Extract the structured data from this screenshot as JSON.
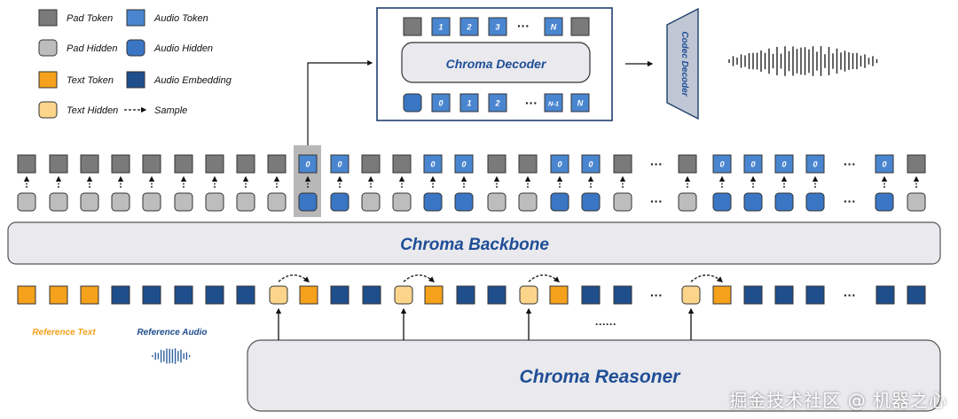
{
  "legend": {
    "pad_token": "Pad Token",
    "pad_hidden": "Pad Hidden",
    "text_token": "Text Token",
    "text_hidden": "Text Hidden",
    "audio_token": "Audio Token",
    "audio_hidden": "Audio Hidden",
    "audio_embedding": "Audio Embedding",
    "sample": "Sample"
  },
  "decoder": {
    "title": "Chroma Decoder",
    "top_tokens": [
      "1",
      "2",
      "3",
      "N"
    ],
    "bottom_tokens": [
      "0",
      "1",
      "2",
      "N-1",
      "N"
    ],
    "ellipsis": "···"
  },
  "codec_decoder": "Codec Decoder",
  "backbone": "Chroma Backbone",
  "reasoner": "Chroma Reasoner",
  "reference_text": "Reference Text",
  "reference_audio": "Reference Audio",
  "audio_token_label": "0",
  "ellipsis": "···",
  "six_dots": "······",
  "watermark": "掘金技术社区 @ 机器之心",
  "colors": {
    "pad_token": "#7a7a7a",
    "pad_hidden": "#bdbdbd",
    "text_token": "#f5a11c",
    "text_hidden": "#fcd58b",
    "audio_token": "#4a86d0",
    "audio_hidden": "#3a76c4",
    "audio_embedding": "#1f4e8c",
    "title_blue": "#1f4e96",
    "ref_text": "#f5a11c"
  }
}
